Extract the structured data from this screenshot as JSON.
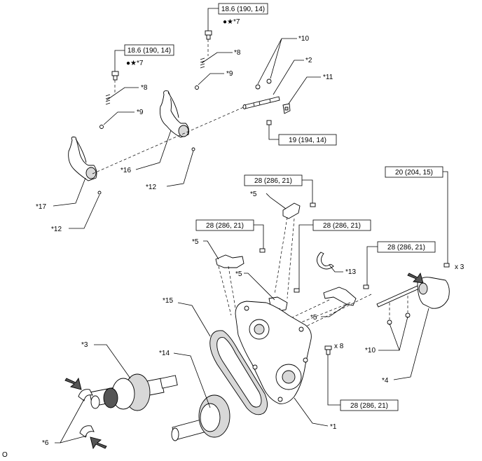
{
  "torque_specs": {
    "t1": "18.6 (190, 14)",
    "t2": "18.6 (190, 14)",
    "t3": "19 (194, 14)",
    "t4": "28 (286, 21)",
    "t5": "28 (286, 21)",
    "t6": "28 (286, 21)",
    "t7": "28 (286, 21)",
    "t8": "20 (204, 15)",
    "t9": "28 (286, 21)"
  },
  "notes": {
    "n1": "●★*7",
    "n2": "●★*7",
    "x3": "x 3",
    "x8": "x 8"
  },
  "callouts": {
    "c1": "*1",
    "c2": "*2",
    "c3": "*3",
    "c4": "*4",
    "c5a": "*5",
    "c5b": "*5",
    "c5c": "*5",
    "c5d": "*5",
    "c6": "*6",
    "c8a": "*8",
    "c8b": "*8",
    "c9a": "*9",
    "c9b": "*9",
    "c10a": "*10",
    "c10b": "*10",
    "c11": "*11",
    "c12a": "*12",
    "c12b": "*12",
    "c13": "*13",
    "c14": "*14",
    "c15": "*15",
    "c16": "*16",
    "c17": "*17"
  },
  "figure_code": "O"
}
